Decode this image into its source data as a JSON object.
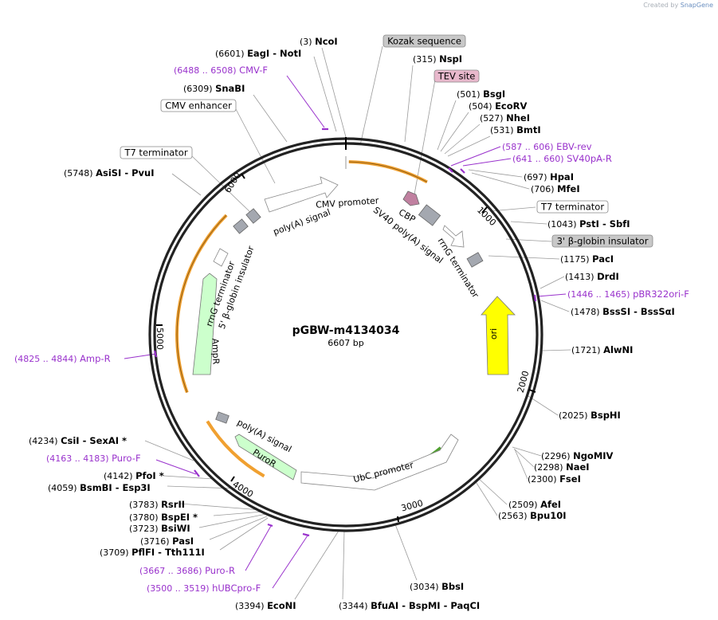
{
  "credit": {
    "prefix": "Created by",
    "brand": "SnapGene"
  },
  "plasmid": {
    "name": "pGBW-m4134034",
    "length": "6607 bp"
  },
  "colors": {
    "enzyme": "#000000",
    "primer": "#9932cc",
    "ampr": "#ccffcc",
    "ori": "#ffff00",
    "orf_orange": "#f0a030",
    "orf_green": "#50a030",
    "box_gray": "#c8c8c8",
    "box_pink": "#e8b8cc"
  },
  "ticks": [
    "1000",
    "2000",
    "3000",
    "4000",
    "5000",
    "6000"
  ],
  "enzymes": [
    {
      "pos": "(3)",
      "name": "NcoI",
      "name2": ""
    },
    {
      "pos": "(315)",
      "name": "NspI",
      "name2": ""
    },
    {
      "pos": "(501)",
      "name": "BsgI",
      "name2": ""
    },
    {
      "pos": "(504)",
      "name": "EcoRV",
      "name2": ""
    },
    {
      "pos": "(527)",
      "name": "NheI",
      "name2": ""
    },
    {
      "pos": "(531)",
      "name": "BmtI",
      "name2": ""
    },
    {
      "pos": "(697)",
      "name": "HpaI",
      "name2": ""
    },
    {
      "pos": "(706)",
      "name": "MfeI",
      "name2": ""
    },
    {
      "pos": "(1043)",
      "name": "PstI",
      "name2": "SbfI"
    },
    {
      "pos": "(1175)",
      "name": "PacI",
      "name2": ""
    },
    {
      "pos": "(1413)",
      "name": "DrdI",
      "name2": ""
    },
    {
      "pos": "(1478)",
      "name": "BssSI",
      "name2": "BssSαI"
    },
    {
      "pos": "(1721)",
      "name": "AlwNI",
      "name2": ""
    },
    {
      "pos": "(2025)",
      "name": "BspHI",
      "name2": ""
    },
    {
      "pos": "(2296)",
      "name": "NgoMIV",
      "name2": ""
    },
    {
      "pos": "(2298)",
      "name": "NaeI",
      "name2": ""
    },
    {
      "pos": "(2300)",
      "name": "FseI",
      "name2": ""
    },
    {
      "pos": "(2509)",
      "name": "AfeI",
      "name2": ""
    },
    {
      "pos": "(2563)",
      "name": "Bpu10I",
      "name2": ""
    },
    {
      "pos": "(3034)",
      "name": "BbsI",
      "name2": ""
    },
    {
      "pos": "(3344)",
      "name": "BfuAI",
      "name2": "BspMI - PaqCI"
    },
    {
      "pos": "(3394)",
      "name": "EcoNI",
      "name2": ""
    },
    {
      "pos": "(3709)",
      "name": "PflFI",
      "name2": "Tth111I"
    },
    {
      "pos": "(3716)",
      "name": "PasI",
      "name2": ""
    },
    {
      "pos": "(3723)",
      "name": "BsiWI",
      "name2": ""
    },
    {
      "pos": "(3780)",
      "name": "BspEI *",
      "name2": ""
    },
    {
      "pos": "(3783)",
      "name": "RsrII",
      "name2": ""
    },
    {
      "pos": "(4059)",
      "name": "BsmBI",
      "name2": "Esp3I"
    },
    {
      "pos": "(4142)",
      "name": "PfoI *",
      "name2": ""
    },
    {
      "pos": "(4234)",
      "name": "CsiI",
      "name2": "SexAI *"
    },
    {
      "pos": "(5748)",
      "name": "AsiSI",
      "name2": "PvuI"
    },
    {
      "pos": "(6309)",
      "name": "SnaBI",
      "name2": ""
    },
    {
      "pos": "(6601)",
      "name": "EagI",
      "name2": "NotI"
    }
  ],
  "primers": [
    {
      "range": "(6488 .. 6508)",
      "name": "CMV-F"
    },
    {
      "range": "(587 .. 606)",
      "name": "EBV-rev"
    },
    {
      "range": "(641 .. 660)",
      "name": "SV40pA-R"
    },
    {
      "range": "(1446 .. 1465)",
      "name": "pBR322ori-F"
    },
    {
      "range": "(4825 .. 4844)",
      "name": "Amp-R"
    },
    {
      "range": "(4163 .. 4183)",
      "name": "Puro-F"
    },
    {
      "range": "(3667 .. 3686)",
      "name": "Puro-R"
    },
    {
      "range": "(3500 .. 3519)",
      "name": "hUBCpro-F"
    }
  ],
  "boxed_features": [
    "Kozak sequence",
    "TEV site",
    "T7 terminator",
    "3' β-globin insulator",
    "CMV enhancer",
    "T7 terminator"
  ],
  "inner_labels": [
    "CMV promoter",
    "CBP",
    "SV40 poly(A) signal",
    "rrnG terminator",
    "poly(A) signal",
    "rrnG terminator",
    "5' β-globin insulator",
    "AmpR",
    "ori",
    "poly(A) signal",
    "PuroR",
    "UbC promoter"
  ]
}
